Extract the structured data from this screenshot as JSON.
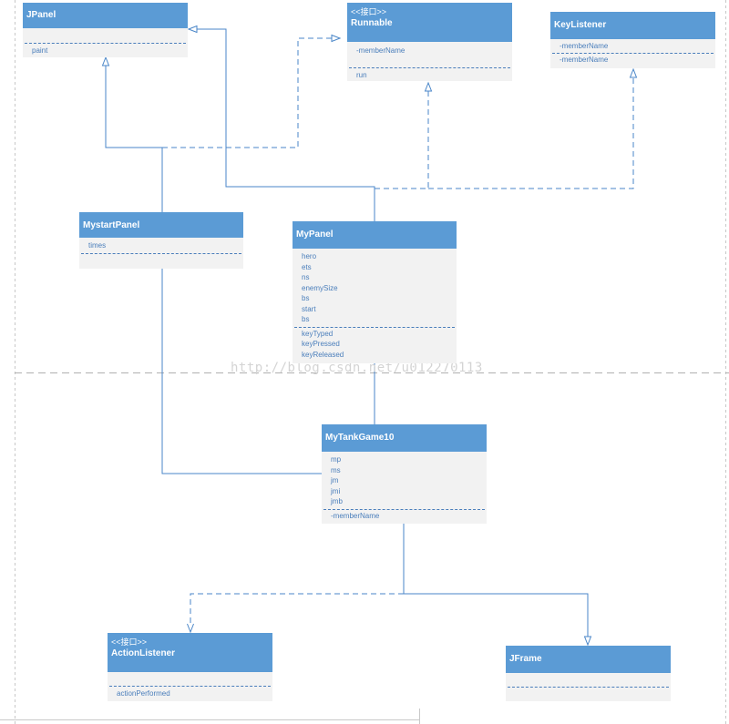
{
  "classes": {
    "jpanel": {
      "name": "JPanel",
      "attributes": [],
      "methods": [
        "paint"
      ]
    },
    "runnable": {
      "stereotype": "<<接口>>",
      "name": "Runnable",
      "attributes": [
        "-memberName"
      ],
      "methods": [
        "run"
      ]
    },
    "keylistener": {
      "name": "KeyListener",
      "attributes": [
        "-memberName"
      ],
      "methods": [
        "-memberName"
      ]
    },
    "mystartpanel": {
      "name": "MystartPanel",
      "attributes": [
        "times"
      ],
      "methods": []
    },
    "mypanel": {
      "name": "MyPanel",
      "attributes": [
        "hero",
        "ets",
        "ns",
        "enemySize",
        "bs",
        "start",
        "bs"
      ],
      "methods": [
        "keyTyped",
        "keyPressed",
        "keyReleased"
      ]
    },
    "mytankgame10": {
      "name": "MyTankGame10",
      "attributes": [
        "mp",
        "ms",
        "jm",
        "jmi",
        "jmb"
      ],
      "methods": [
        "-memberName"
      ]
    },
    "actionlistener": {
      "stereotype": "<<接口>>",
      "name": "ActionListener",
      "attributes": [],
      "methods": [
        "actionPerformed"
      ]
    },
    "jframe": {
      "name": "JFrame",
      "attributes": [],
      "methods": []
    }
  },
  "watermark": "http://blog.csdn.net/u012270113",
  "colors": {
    "header": "#5b9bd5",
    "body": "#f2f2f2",
    "line": "#4a86c8",
    "text": "#4a7ebb"
  }
}
